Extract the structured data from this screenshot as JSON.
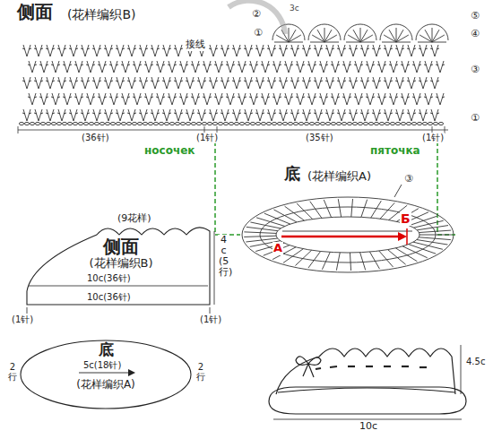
{
  "diagram": {
    "nodes": [
      {
        "text": [
          "侧面",
          "(花样编织B)"
        ]
      },
      {
        "text": [
          "底",
          "(花样编织A)"
        ]
      }
    ],
    "labels": [
      "侧面",
      "(花样编织B)",
      "3c",
      "接线",
      "②",
      "①",
      "⑤",
      "④",
      "③",
      "①",
      "(36针)",
      "(1针)",
      "(35针)",
      "(1针)",
      "носочек",
      "пяточка",
      "底",
      "(花样编织A)",
      "③",
      "A",
      "Б",
      "(9花样)",
      "4c(5行)",
      "10c(36针)",
      "10c(36针)",
      "(1针)",
      "(1针)",
      "5c(18针)",
      "2行",
      "2行",
      "4.5c",
      "10c"
    ]
  }
}
